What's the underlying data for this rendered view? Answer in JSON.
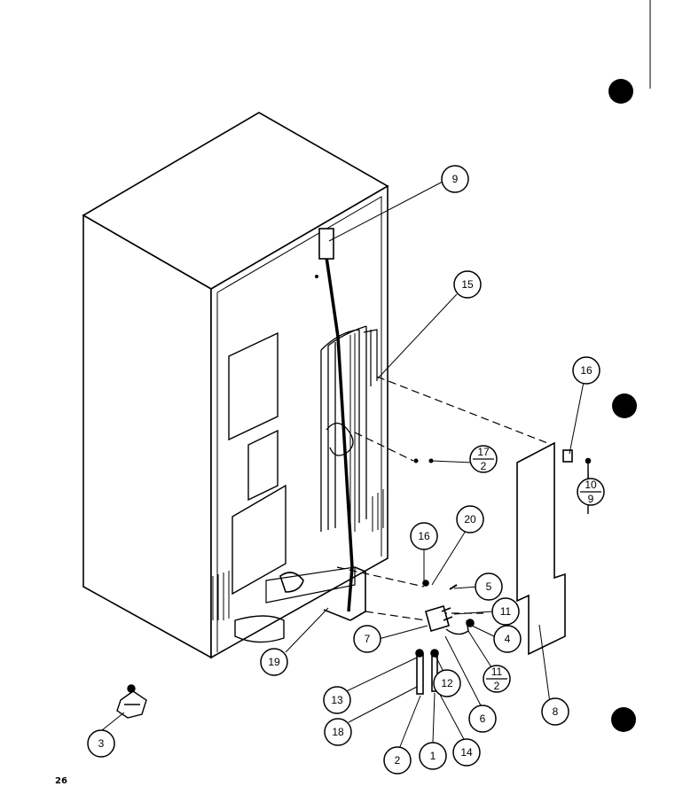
{
  "page": {
    "page_number": "26"
  },
  "callouts": [
    {
      "id": "c9",
      "top": "9",
      "bottom": ""
    },
    {
      "id": "c15",
      "top": "15",
      "bottom": ""
    },
    {
      "id": "c16a",
      "top": "16",
      "bottom": ""
    },
    {
      "id": "c17",
      "top": "17",
      "bottom": "2"
    },
    {
      "id": "c10",
      "top": "10",
      "bottom": "9"
    },
    {
      "id": "c16b",
      "top": "16",
      "bottom": ""
    },
    {
      "id": "c20",
      "top": "20",
      "bottom": ""
    },
    {
      "id": "c5",
      "top": "5",
      "bottom": ""
    },
    {
      "id": "c11a",
      "top": "11",
      "bottom": ""
    },
    {
      "id": "c7",
      "top": "7",
      "bottom": ""
    },
    {
      "id": "c4",
      "top": "4",
      "bottom": ""
    },
    {
      "id": "c11b",
      "top": "11",
      "bottom": "2"
    },
    {
      "id": "c19",
      "top": "19",
      "bottom": ""
    },
    {
      "id": "c13",
      "top": "13",
      "bottom": ""
    },
    {
      "id": "c12",
      "top": "12",
      "bottom": ""
    },
    {
      "id": "c6",
      "top": "6",
      "bottom": ""
    },
    {
      "id": "c8",
      "top": "8",
      "bottom": ""
    },
    {
      "id": "c18",
      "top": "18",
      "bottom": ""
    },
    {
      "id": "c2",
      "top": "2",
      "bottom": ""
    },
    {
      "id": "c1",
      "top": "1",
      "bottom": ""
    },
    {
      "id": "c14",
      "top": "14",
      "bottom": ""
    },
    {
      "id": "c3",
      "top": "3",
      "bottom": ""
    }
  ]
}
